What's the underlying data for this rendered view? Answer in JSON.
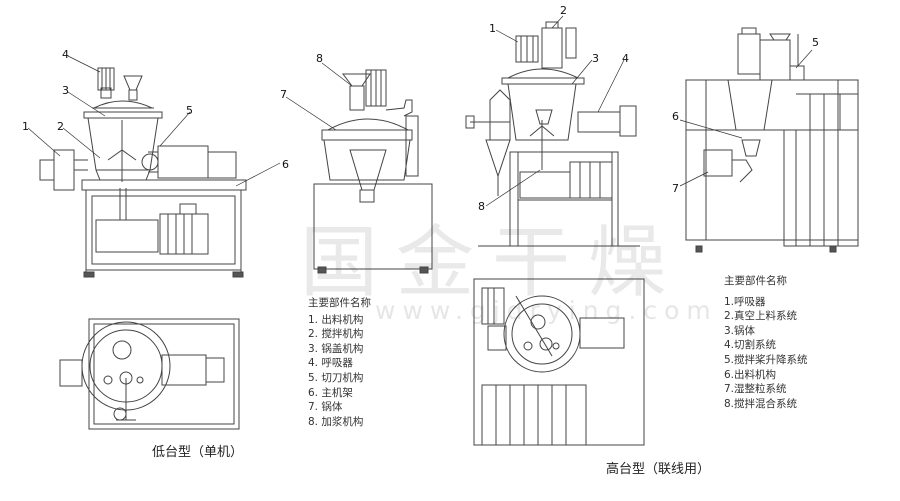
{
  "watermark": {
    "brand": "国金干燥",
    "site": "www.gjdrying.com"
  },
  "low_model": {
    "caption": "低台型（单机）",
    "callouts": [
      "1",
      "2",
      "3",
      "4",
      "5",
      "6"
    ],
    "legend": {
      "title": "主要部件名称",
      "items": [
        "1. 出料机构",
        "2. 搅拌机构",
        "3. 锅盖机构",
        "4. 呼吸器",
        "5. 切刀机构",
        "6. 主机架",
        "7. 锅体",
        "8. 加浆机构"
      ]
    }
  },
  "mid_model": {
    "callouts": [
      "8",
      "7"
    ]
  },
  "high_model": {
    "caption": "高台型（联线用）",
    "callouts": [
      "1",
      "2",
      "3",
      "4",
      "8",
      "5",
      "6",
      "7"
    ],
    "legend": {
      "title": "主要部件名称",
      "items": [
        "1.呼吸器",
        "2.真空上料系统",
        "3.锅体",
        "4.切割系统",
        "5.搅拌桨升降系统",
        "6.出料机构",
        "7.湿整粒系统",
        "8.搅拌混合系统"
      ]
    }
  }
}
